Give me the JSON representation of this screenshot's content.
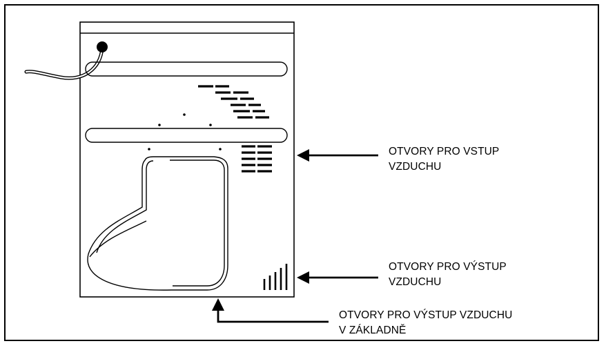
{
  "labels": {
    "air_inlet": {
      "line1": "OTVORY PRO VSTUP",
      "line2": "VZDUCHU"
    },
    "air_outlet": {
      "line1": "OTVORY PRO VÝSTUP",
      "line2": "VZDUCHU"
    },
    "base_outlet": {
      "line1": "OTVORY PRO VÝSTUP VZDUCHU",
      "line2": "V ZÁKLADNĚ"
    }
  },
  "colors": {
    "stroke": "#000000",
    "background": "#ffffff"
  }
}
